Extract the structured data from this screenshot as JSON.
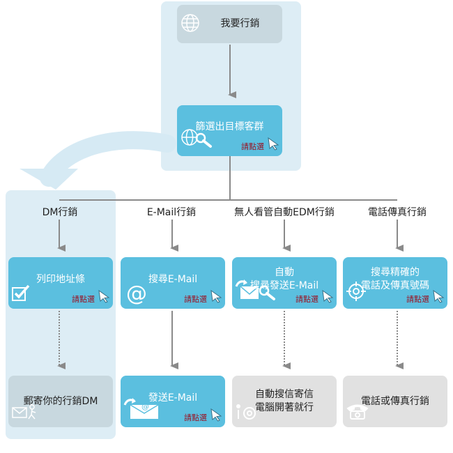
{
  "start": {
    "label": "我要行銷"
  },
  "filter": {
    "label": "篩選出目標客群",
    "click_hint": "請點選"
  },
  "columns": [
    {
      "heading": "DM行銷",
      "step1": "列印地址條",
      "step1_hint": "請點選",
      "step2": "郵寄你的行銷DM"
    },
    {
      "heading": "E-Mail行銷",
      "step1": "搜尋E-Mail",
      "step1_hint": "請點選",
      "step2": "發送E-Mail",
      "step2_hint": "請點選"
    },
    {
      "heading": "無人看管自動EDM行銷",
      "step1": "自動\n搜尋發送E-Mail",
      "step1_hint": "請點選",
      "step2": "自動搜信寄信\n電腦開著就行"
    },
    {
      "heading": "電話傳真行銷",
      "step1": "搜尋精確的\n電話及傳真號碼",
      "step1_hint": "請點選",
      "step2": "電話或傳真行銷"
    }
  ],
  "colors": {
    "accent": "#5bbfdf",
    "panel": "#ddedf5",
    "arrow": "#8a8a8a",
    "hint": "#9a1020"
  },
  "icons": [
    "globe-icon",
    "globe-search-icon",
    "checkmark-icon",
    "at-icon",
    "envelope-search-icon",
    "envelope-send-icon",
    "target-icon",
    "envelope-walk-icon",
    "info-icon",
    "telephone-icon",
    "cursor-icon"
  ]
}
